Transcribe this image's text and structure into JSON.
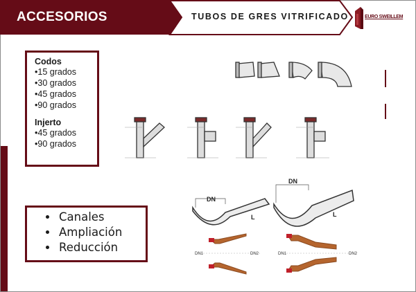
{
  "header": {
    "title": "ACCESORIOS",
    "subtitle": "TUBOS DE GRES VITRIFICADO",
    "logo_text": "EURO SWEILLEM"
  },
  "codos": {
    "heading": "Codos",
    "items": [
      "•15 grados",
      "•30 grados",
      "•45 grados",
      "•90 grados"
    ]
  },
  "injerto": {
    "heading": "Injerto",
    "items": [
      "•45 grados",
      "•90 grados"
    ]
  },
  "otros": {
    "items": [
      "Canales",
      "Ampliación",
      "Reducción"
    ]
  },
  "diagram_labels": {
    "dn": "DN",
    "l": "L",
    "dn1": "DN1",
    "dn2": "DN2"
  },
  "colors": {
    "brand": "#650c17",
    "terracotta": "#b5652e"
  }
}
